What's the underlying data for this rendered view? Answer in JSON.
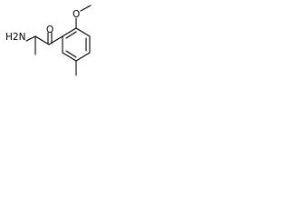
{
  "molecule": {
    "atom_labels": {
      "oxygen_carbonyl": "O",
      "oxygen_methoxy": "O",
      "amine": "H2N"
    }
  }
}
